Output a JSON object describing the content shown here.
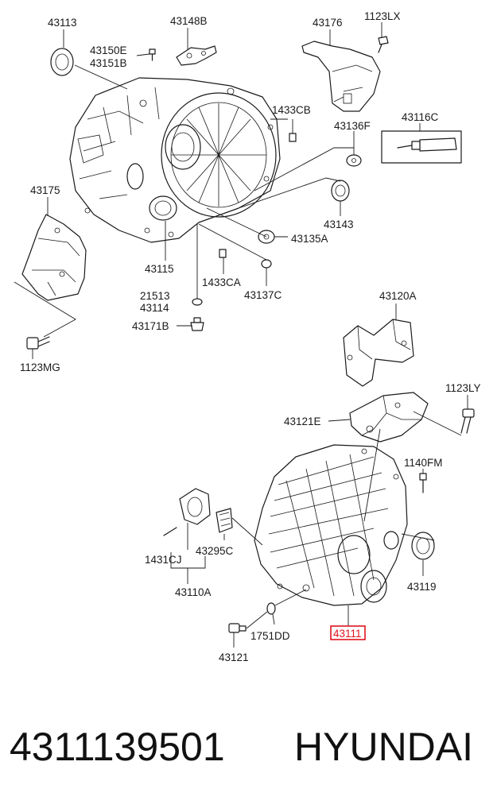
{
  "labels": {
    "l43113": "43113",
    "l43148B": "43148B",
    "l43176": "43176",
    "l1123LX": "1123LX",
    "l43150E": "43150E",
    "l43151B": "43151B",
    "l1433CB": "1433CB",
    "l43116C": "43116C",
    "l43136F": "43136F",
    "l43175": "43175",
    "l43143": "43143",
    "l43135A": "43135A",
    "l43115": "43115",
    "l1433CA": "1433CA",
    "l21513": "21513",
    "l43114": "43114",
    "l43137C": "43137C",
    "l43171B": "43171B",
    "l1123MG": "1123MG",
    "l43120A": "43120A",
    "l1123LY": "1123LY",
    "l43121E": "43121E",
    "l1140FM": "1140FM",
    "l1431CJ": "1431CJ",
    "l43295C": "43295C",
    "l43110A": "43110A",
    "l43119": "43119",
    "l1751DD": "1751DD",
    "l43111": "43111",
    "l43121": "43121"
  },
  "highlight_color": "#e0141e",
  "footer": {
    "part_number": "4311139501",
    "brand": "HYUNDAI"
  }
}
